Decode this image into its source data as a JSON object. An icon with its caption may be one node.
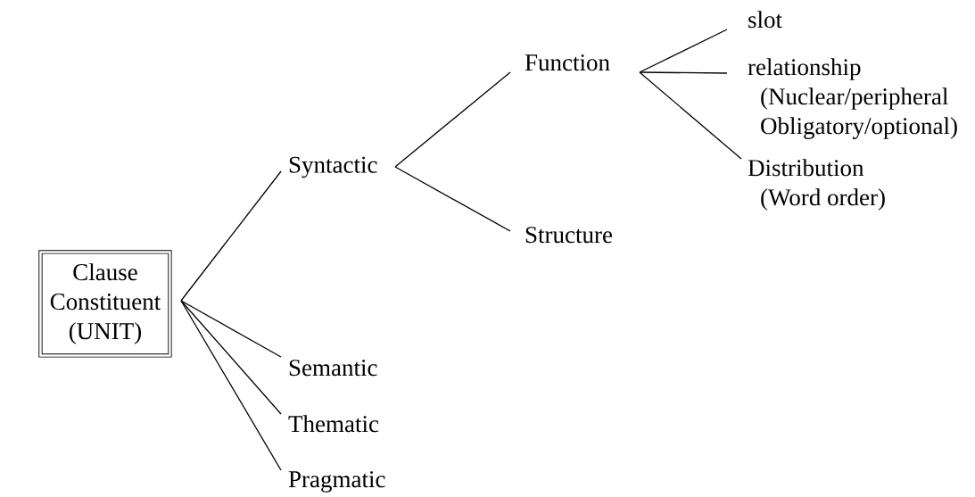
{
  "diagram": {
    "nodes": [
      {
        "text": [
          "Clause Constituent (UNIT)"
        ]
      },
      {
        "text": [
          "Syntactic"
        ]
      },
      {
        "text": [
          "Function"
        ]
      },
      {
        "text": [
          "Structure"
        ]
      },
      {
        "text": [
          "slot"
        ]
      },
      {
        "text": [
          "relationship",
          "(Nuclear/peripheral Obligatory/optional)"
        ]
      },
      {
        "text": [
          "Distribution",
          "(Word order)"
        ]
      },
      {
        "text": [
          "Semantic"
        ]
      },
      {
        "text": [
          "Thematic"
        ]
      },
      {
        "text": [
          "Pragmatic"
        ]
      }
    ],
    "edges": [
      {
        "from": 0,
        "to": 1,
        "arrow": "none"
      },
      {
        "from": 1,
        "to": 2,
        "arrow": "none"
      },
      {
        "from": 1,
        "to": 3,
        "arrow": "none"
      },
      {
        "from": 2,
        "to": 4,
        "arrow": "none"
      },
      {
        "from": 2,
        "to": 5,
        "arrow": "none"
      },
      {
        "from": 2,
        "to": 6,
        "arrow": "none"
      },
      {
        "from": 0,
        "to": 7,
        "arrow": "none"
      },
      {
        "from": 0,
        "to": 8,
        "arrow": "none"
      },
      {
        "from": 0,
        "to": 9,
        "arrow": "none"
      }
    ]
  }
}
